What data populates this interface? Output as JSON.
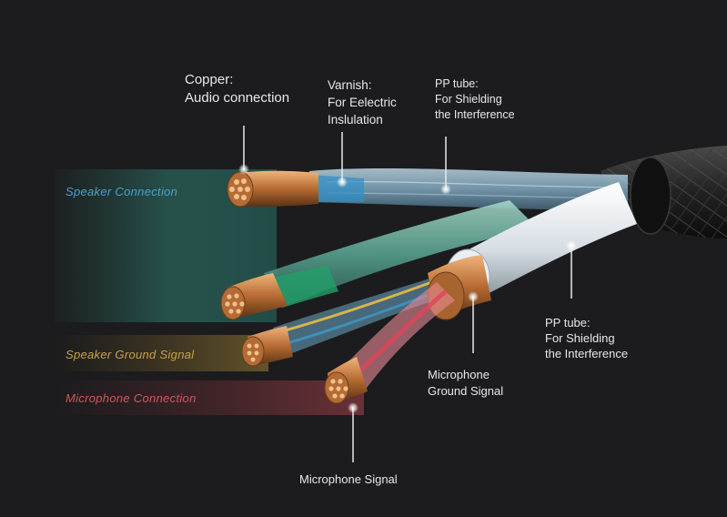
{
  "labels": {
    "copper": [
      "Copper:",
      "Audio connection"
    ],
    "varnish": [
      "Varnish:",
      "For Eelectric",
      "Inslulation"
    ],
    "pp_tube_top": [
      "PP tube:",
      "For Shielding",
      "the Interference"
    ],
    "pp_tube_right": [
      "PP tube:",
      "For Shielding",
      "the Interference"
    ],
    "mic_ground": [
      "Microphone",
      "Ground Signal"
    ],
    "mic_signal": "Microphone Signal"
  },
  "side_labels": {
    "speaker_connection": "Speaker Connection",
    "speaker_ground_signal": "Speaker Ground Signal",
    "microphone_connection": "Microphone Connection"
  },
  "colors": {
    "background": "#1c1c1e",
    "copper": "#b8743a",
    "speaker_blue": "#4aa3cf",
    "speaker_green": "#2f9a78",
    "ground_gold": "#c8a24a",
    "mic_red": "#d0585e",
    "pp_tube": "#e6ecf0",
    "braid": "#2a2a2a"
  }
}
